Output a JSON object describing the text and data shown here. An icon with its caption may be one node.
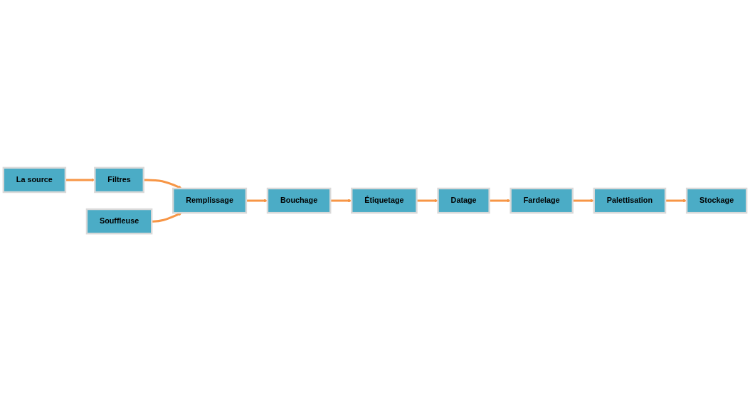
{
  "diagram": {
    "nodes": [
      {
        "text": [
          "La source"
        ]
      },
      {
        "text": [
          "Filtres"
        ]
      },
      {
        "text": [
          "Souffleuse"
        ]
      },
      {
        "text": [
          "Remplissage"
        ]
      },
      {
        "text": [
          "Étiquetage"
        ]
      },
      {
        "text": [
          "Bouchage"
        ]
      },
      {
        "text": [
          "Datage"
        ]
      },
      {
        "text": [
          "Fardelage"
        ]
      },
      {
        "text": [
          "Stockage"
        ]
      },
      {
        "text": [
          "Palettisation"
        ]
      }
    ],
    "edges": [
      {
        "from": 0,
        "to": 1,
        "arrow": "to"
      },
      {
        "from": 1,
        "to": 3,
        "arrow": "to"
      },
      {
        "from": 2,
        "to": 3,
        "arrow": "to"
      },
      {
        "from": 3,
        "to": 5,
        "arrow": "to"
      },
      {
        "from": 5,
        "to": 4,
        "arrow": "to"
      },
      {
        "from": 4,
        "to": 6,
        "arrow": "to"
      },
      {
        "from": 6,
        "to": 7,
        "arrow": "to"
      },
      {
        "from": 7,
        "to": 9,
        "arrow": "to"
      },
      {
        "from": 9,
        "to": 8,
        "arrow": "to"
      }
    ]
  }
}
